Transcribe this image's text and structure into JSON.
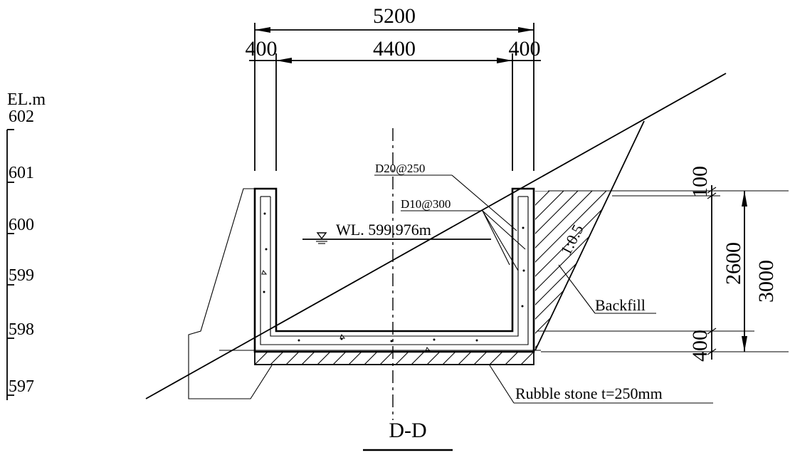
{
  "dimensions": {
    "overall_width": "5200",
    "inner_width": "4400",
    "wall_left": "400",
    "wall_right": "400",
    "freeboard": "100",
    "wall_height_inner": "2600",
    "total_height": "3000",
    "base_thickness": "400"
  },
  "elevation_axis": {
    "unit_label": "EL.m",
    "ticks": [
      "602",
      "601",
      "600",
      "599",
      "598",
      "597"
    ]
  },
  "annotations": {
    "rebar_main": "D20@250",
    "rebar_dist": "D10@300",
    "water_level": "WL. 599.976m",
    "slope": "1:0.5",
    "backfill": "Backfill",
    "rubble": "Rubble stone t=250mm"
  },
  "section_title": "D-D"
}
